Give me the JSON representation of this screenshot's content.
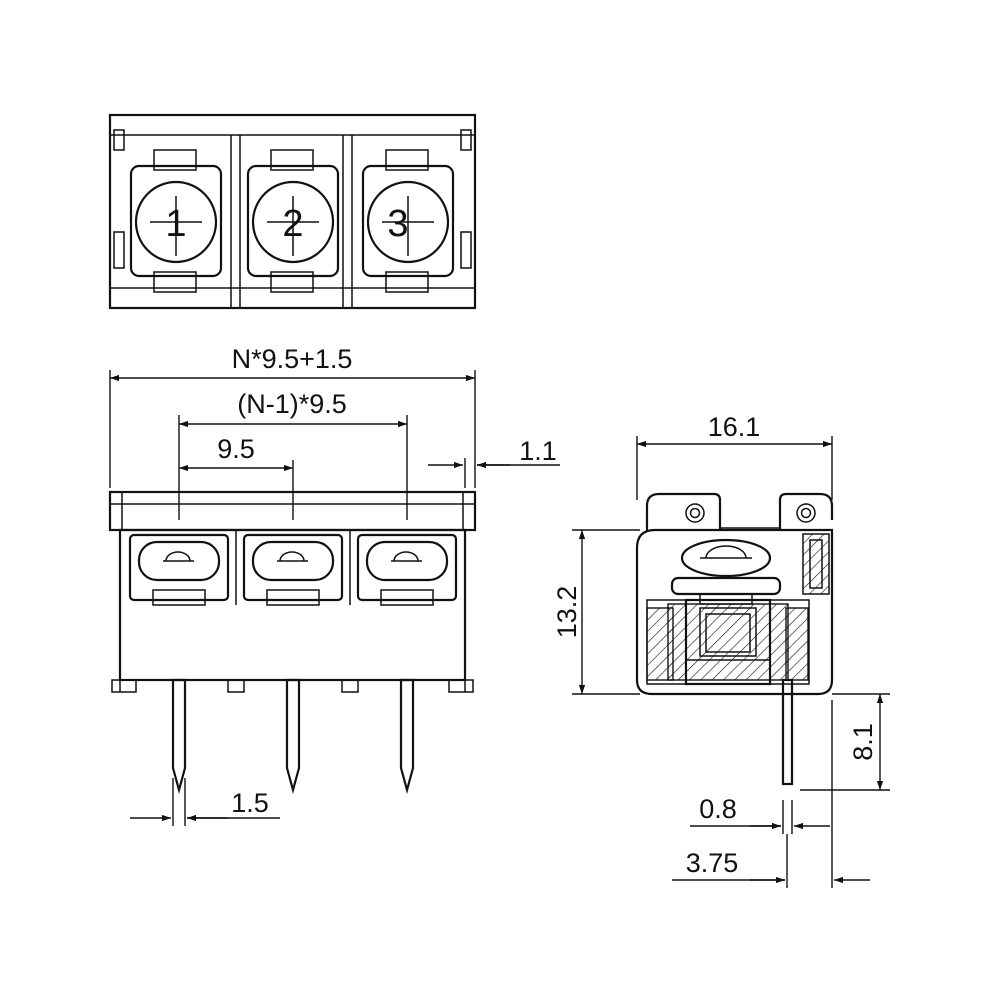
{
  "top_view": {
    "position_numbers": [
      "1",
      "2",
      "3"
    ]
  },
  "dimensions": {
    "overall_width": "N*9.5+1.5",
    "outer_pitch": "(N-1)*9.5",
    "pitch": "9.5",
    "edge_offset": "1.1",
    "pin_width": "1.5",
    "side_width": "16.1",
    "body_height": "13.2",
    "pin_length": "8.1",
    "pin_thickness": "0.8",
    "pin_offset": "3.75"
  }
}
